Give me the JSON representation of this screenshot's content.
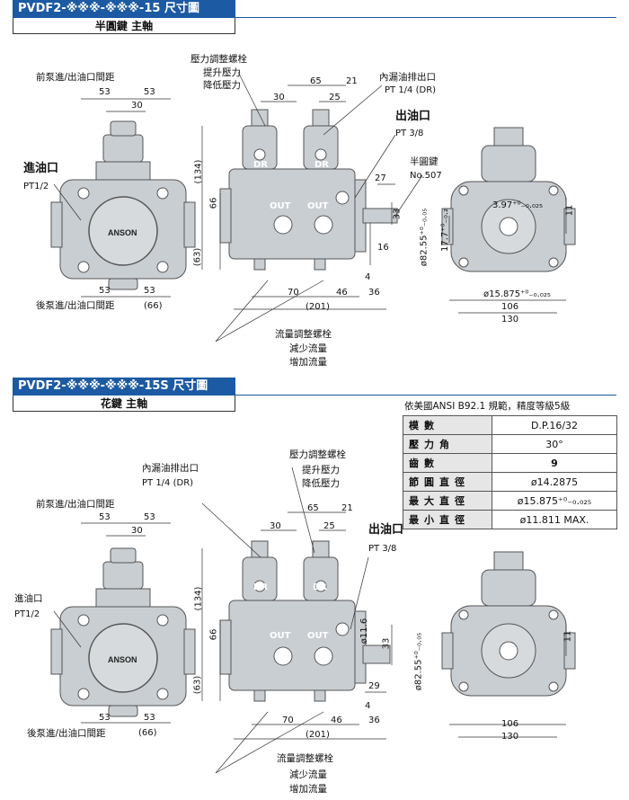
{
  "section1": {
    "title": "PVDF2-※※※-※※※-15 尺寸圖",
    "subtitle": "半圓鍵 主軸",
    "front": {
      "label_top": "前泵進/出油口間距",
      "label_bottom": "後泵進/出油口間距",
      "inlet": "進油口",
      "inlet_spec": "PT1/2",
      "dim_53a": "53",
      "dim_53b": "53",
      "dim_30": "30",
      "dim_53c": "53",
      "dim_53d": "53",
      "dim_66": "(66)",
      "brand": "ANSON"
    },
    "side": {
      "pressure_adj": "壓力調整螺栓",
      "raise": "提升壓力",
      "lower": "降低壓力",
      "drain": "內漏油排出口",
      "drain_spec": "PT 1/4 (DR)",
      "outlet": "出油口",
      "outlet_spec": "PT 3/8",
      "key": "半圓鍵",
      "key_no": "No.507",
      "flow_adj": "流量調整螺栓",
      "decrease": "減少流量",
      "increase": "增加流量",
      "d65": "65",
      "d21": "21",
      "d30": "30",
      "d25": "25",
      "d134": "(134)",
      "d66": "66",
      "d63": "(63)",
      "d27": "27",
      "d33": "33",
      "d16": "16",
      "d4": "4",
      "d70": "70",
      "d46": "46",
      "d36": "36",
      "d201": "(201)",
      "shaft": "ø82.55⁺⁰₋₀.₀₅",
      "dr1": "DR",
      "dr2": "DR",
      "out1": "OUT",
      "out2": "OUT"
    },
    "end": {
      "d397": "3.97⁺⁰₋₀.₀₂₅",
      "d11": "11",
      "d177": "17.7⁺⁰₋₀.₂",
      "d15875": "ø15.875⁺⁰₋₀.₀₂₅",
      "d106": "106",
      "d130": "130"
    }
  },
  "section2": {
    "title": "PVDF2-※※※-※※※-15S 尺寸圖",
    "subtitle": "花鍵 主軸",
    "spec_note": "依美國ANSI  B92.1 規範，精度等級5級",
    "spec_rows": [
      {
        "k": "模數",
        "v": "D.P.16/32"
      },
      {
        "k": "壓力角",
        "v": "30°"
      },
      {
        "k": "齒數",
        "v": "9"
      },
      {
        "k": "節圓直徑",
        "v": "ø14.2875"
      },
      {
        "k": "最大直徑",
        "v": "ø15.875⁺⁰₋₀.₀₂₅"
      },
      {
        "k": "最小直徑",
        "v": "ø11.811 MAX."
      }
    ],
    "front": {
      "label_top": "前泵進/出油口間距",
      "label_bottom": "後泵進/出油口間距",
      "inlet": "進油口",
      "inlet_spec": "PT1/2",
      "dim_53a": "53",
      "dim_53b": "53",
      "dim_30": "30",
      "dim_53c": "53",
      "dim_53d": "53",
      "dim_66": "(66)",
      "brand": "ANSON"
    },
    "side": {
      "drain": "內漏油排出口",
      "drain_spec": "PT 1/4 (DR)",
      "pressure_adj": "壓力調整螺栓",
      "raise": "提升壓力",
      "lower": "降低壓力",
      "outlet": "出油口",
      "outlet_spec": "PT 3/8",
      "flow_adj": "流量調整螺栓",
      "decrease": "減少流量",
      "increase": "增加流量",
      "d65": "65",
      "d21": "21",
      "d30": "30",
      "d25": "25",
      "d134": "(134)",
      "d66": "66",
      "d63": "(63)",
      "d116": "ø11.6",
      "d33": "33",
      "d29": "29",
      "d4": "4",
      "d70": "70",
      "d46": "46",
      "d36": "36",
      "d201": "(201)",
      "shaft": "ø82.55⁺⁰₋₀.₀₅",
      "dr1": "DR",
      "dr2": "DR",
      "out1": "OUT",
      "out2": "OUT"
    },
    "end": {
      "d11": "11",
      "d106": "106",
      "d130": "130"
    }
  },
  "colors": {
    "title_bg": "#1c5aa3",
    "body": "#c9ced3",
    "body_stroke": "#555"
  }
}
